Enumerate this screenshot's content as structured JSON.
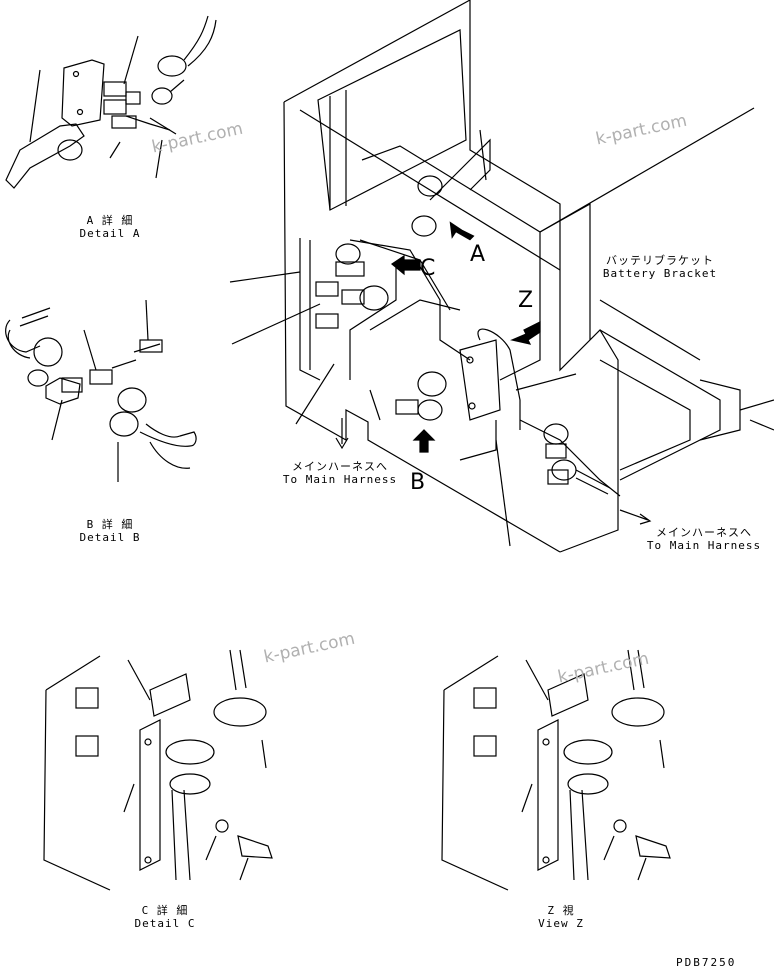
{
  "labels": {
    "detail_a_jp": "A 詳 細",
    "detail_a_en": "Detail A",
    "detail_b_jp": "B 詳 細",
    "detail_b_en": "Detail B",
    "detail_c_jp": "C 詳 細",
    "detail_c_en": "Detail C",
    "view_z_jp": "Z 視",
    "view_z_en": "View Z",
    "battery_bracket_jp": "バッテリブラケット",
    "battery_bracket_en": "Battery Bracket",
    "main_harness_jp_1": "メインハーネスへ",
    "main_harness_en_1": "To Main Harness",
    "main_harness_jp_2": "メインハーネスへ",
    "main_harness_en_2": "To Main Harness",
    "drawing_code": "PDB7250"
  },
  "callouts": {
    "a": "A",
    "b": "B",
    "c": "C",
    "z": "Z"
  },
  "watermark": "k-part.com"
}
